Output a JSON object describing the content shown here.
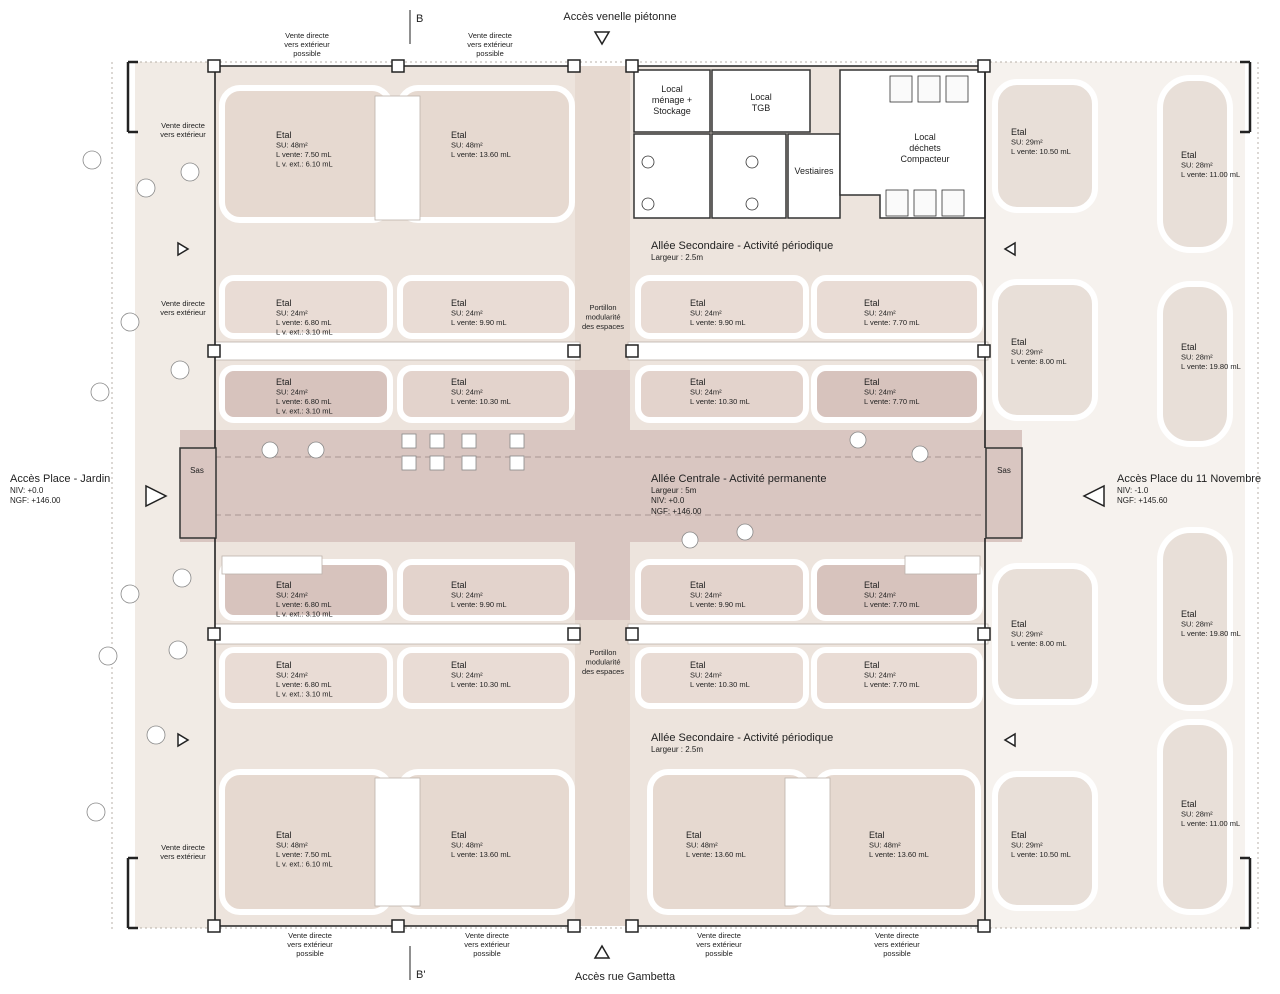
{
  "section_markers": {
    "top": "B",
    "bottom": "B'"
  },
  "access": {
    "top": "Accès venelle piétonne",
    "bottom": "Accès rue Gambetta",
    "left": [
      "Accès Place - Jardin",
      "NIV: +0.0",
      "NGF: +146.00"
    ],
    "right": [
      "Accès Place du 11 Novembre",
      "NIV: -1.0",
      "NGF: +145.60"
    ]
  },
  "vente_top": [
    [
      "Vente directe",
      "vers extérieur",
      "possible"
    ],
    [
      "Vente directe",
      "vers extérieur",
      "possible"
    ]
  ],
  "vente_bottom": [
    [
      "Vente directe",
      "vers extérieur",
      "possible"
    ],
    [
      "Vente directe",
      "vers extérieur",
      "possible"
    ],
    [
      "Vente directe",
      "vers extérieur",
      "possible"
    ],
    [
      "Vente directe",
      "vers extérieur",
      "possible"
    ]
  ],
  "vente_left": [
    [
      "Vente directe",
      "vers extérieur"
    ],
    [
      "Vente directe",
      "vers extérieur"
    ],
    [
      "Vente directe",
      "vers extérieur"
    ]
  ],
  "rooms": {
    "menage": [
      "Local",
      "ménage +",
      "Stockage"
    ],
    "tgb": [
      "Local",
      "TGB"
    ],
    "vestiaires": [
      "Vestiaires"
    ],
    "dechets": [
      "Local",
      "déchets",
      "Compacteur"
    ],
    "sas": "Sas"
  },
  "aisles": {
    "secondary": {
      "name": "Allée Secondaire - Activité périodique",
      "width": "Largeur : 2.5m"
    },
    "central": [
      "Allée Centrale - Activité permanente",
      "Largeur : 5m",
      "NIV: +0.0",
      "NGF: +146.00"
    ]
  },
  "portillon": [
    "Portillon",
    "modularité",
    "des espaces"
  ],
  "stalls": {
    "top_left_a": [
      "Etal",
      "SU: 48m²",
      "L vente: 7.50 mL",
      "L v. ext.: 6.10 mL"
    ],
    "top_left_b": [
      "Etal",
      "SU: 48m²",
      "L vente: 13.60 mL"
    ],
    "r1_a": [
      "Etal",
      "SU: 24m²",
      "L vente: 6.80 mL",
      "L v. ext.: 3.10 mL"
    ],
    "r1_b": [
      "Etal",
      "SU: 24m²",
      "L vente: 9.90 mL"
    ],
    "r1_c": [
      "Etal",
      "SU: 24m²",
      "L vente: 9.90 mL"
    ],
    "r1_d": [
      "Etal",
      "SU: 24m²",
      "L vente: 7.70 mL"
    ],
    "r2_a": [
      "Etal",
      "SU: 24m²",
      "L vente: 6.80 mL",
      "L v. ext.: 3.10 mL"
    ],
    "r2_b": [
      "Etal",
      "SU: 24m²",
      "L vente: 10.30 mL"
    ],
    "r2_c": [
      "Etal",
      "SU: 24m²",
      "L vente: 10.30 mL"
    ],
    "r2_d": [
      "Etal",
      "SU: 24m²",
      "L vente: 7.70 mL"
    ],
    "r3_a": [
      "Etal",
      "SU: 24m²",
      "L vente: 6.80 mL",
      "L v. ext.: 3.10 mL"
    ],
    "r3_b": [
      "Etal",
      "SU: 24m²",
      "L vente: 9.90 mL"
    ],
    "r3_c": [
      "Etal",
      "SU: 24m²",
      "L vente: 9.90 mL"
    ],
    "r3_d": [
      "Etal",
      "SU: 24m²",
      "L vente: 7.70 mL"
    ],
    "r4_a": [
      "Etal",
      "SU: 24m²",
      "L vente: 6.80 mL",
      "L v. ext.: 3.10 mL"
    ],
    "r4_b": [
      "Etal",
      "SU: 24m²",
      "L vente: 10.30 mL"
    ],
    "r4_c": [
      "Etal",
      "SU: 24m²",
      "L vente: 10.30 mL"
    ],
    "r4_d": [
      "Etal",
      "SU: 24m²",
      "L vente: 7.70 mL"
    ],
    "bottom_a": [
      "Etal",
      "SU: 48m²",
      "L vente: 7.50 mL",
      "L v. ext.: 6.10 mL"
    ],
    "bottom_b": [
      "Etal",
      "SU: 48m²",
      "L vente: 13.60 mL"
    ],
    "bottom_c": [
      "Etal",
      "SU: 48m²",
      "L vente: 13.60 mL"
    ],
    "bottom_d": [
      "Etal",
      "SU: 48m²",
      "L vente: 13.60 mL"
    ],
    "east_1": [
      "Etal",
      "SU: 29m²",
      "L vente: 10.50 mL"
    ],
    "east_2": [
      "Etal",
      "SU: 29m²",
      "L vente: 8.00 mL"
    ],
    "east_3": [
      "Etal",
      "SU: 29m²",
      "L vente: 8.00 mL"
    ],
    "east_4": [
      "Etal",
      "SU: 29m²",
      "L vente: 10.50 mL"
    ],
    "far_1": [
      "Etal",
      "SU: 28m²",
      "L vente: 11.00 mL"
    ],
    "far_2": [
      "Etal",
      "SU: 28m²",
      "L vente: 19.80 mL"
    ],
    "far_3": [
      "Etal",
      "SU: 28m²",
      "L vente: 19.80 mL"
    ],
    "far_4": [
      "Etal",
      "SU: 28m²",
      "L vente: 11.00 mL"
    ]
  }
}
